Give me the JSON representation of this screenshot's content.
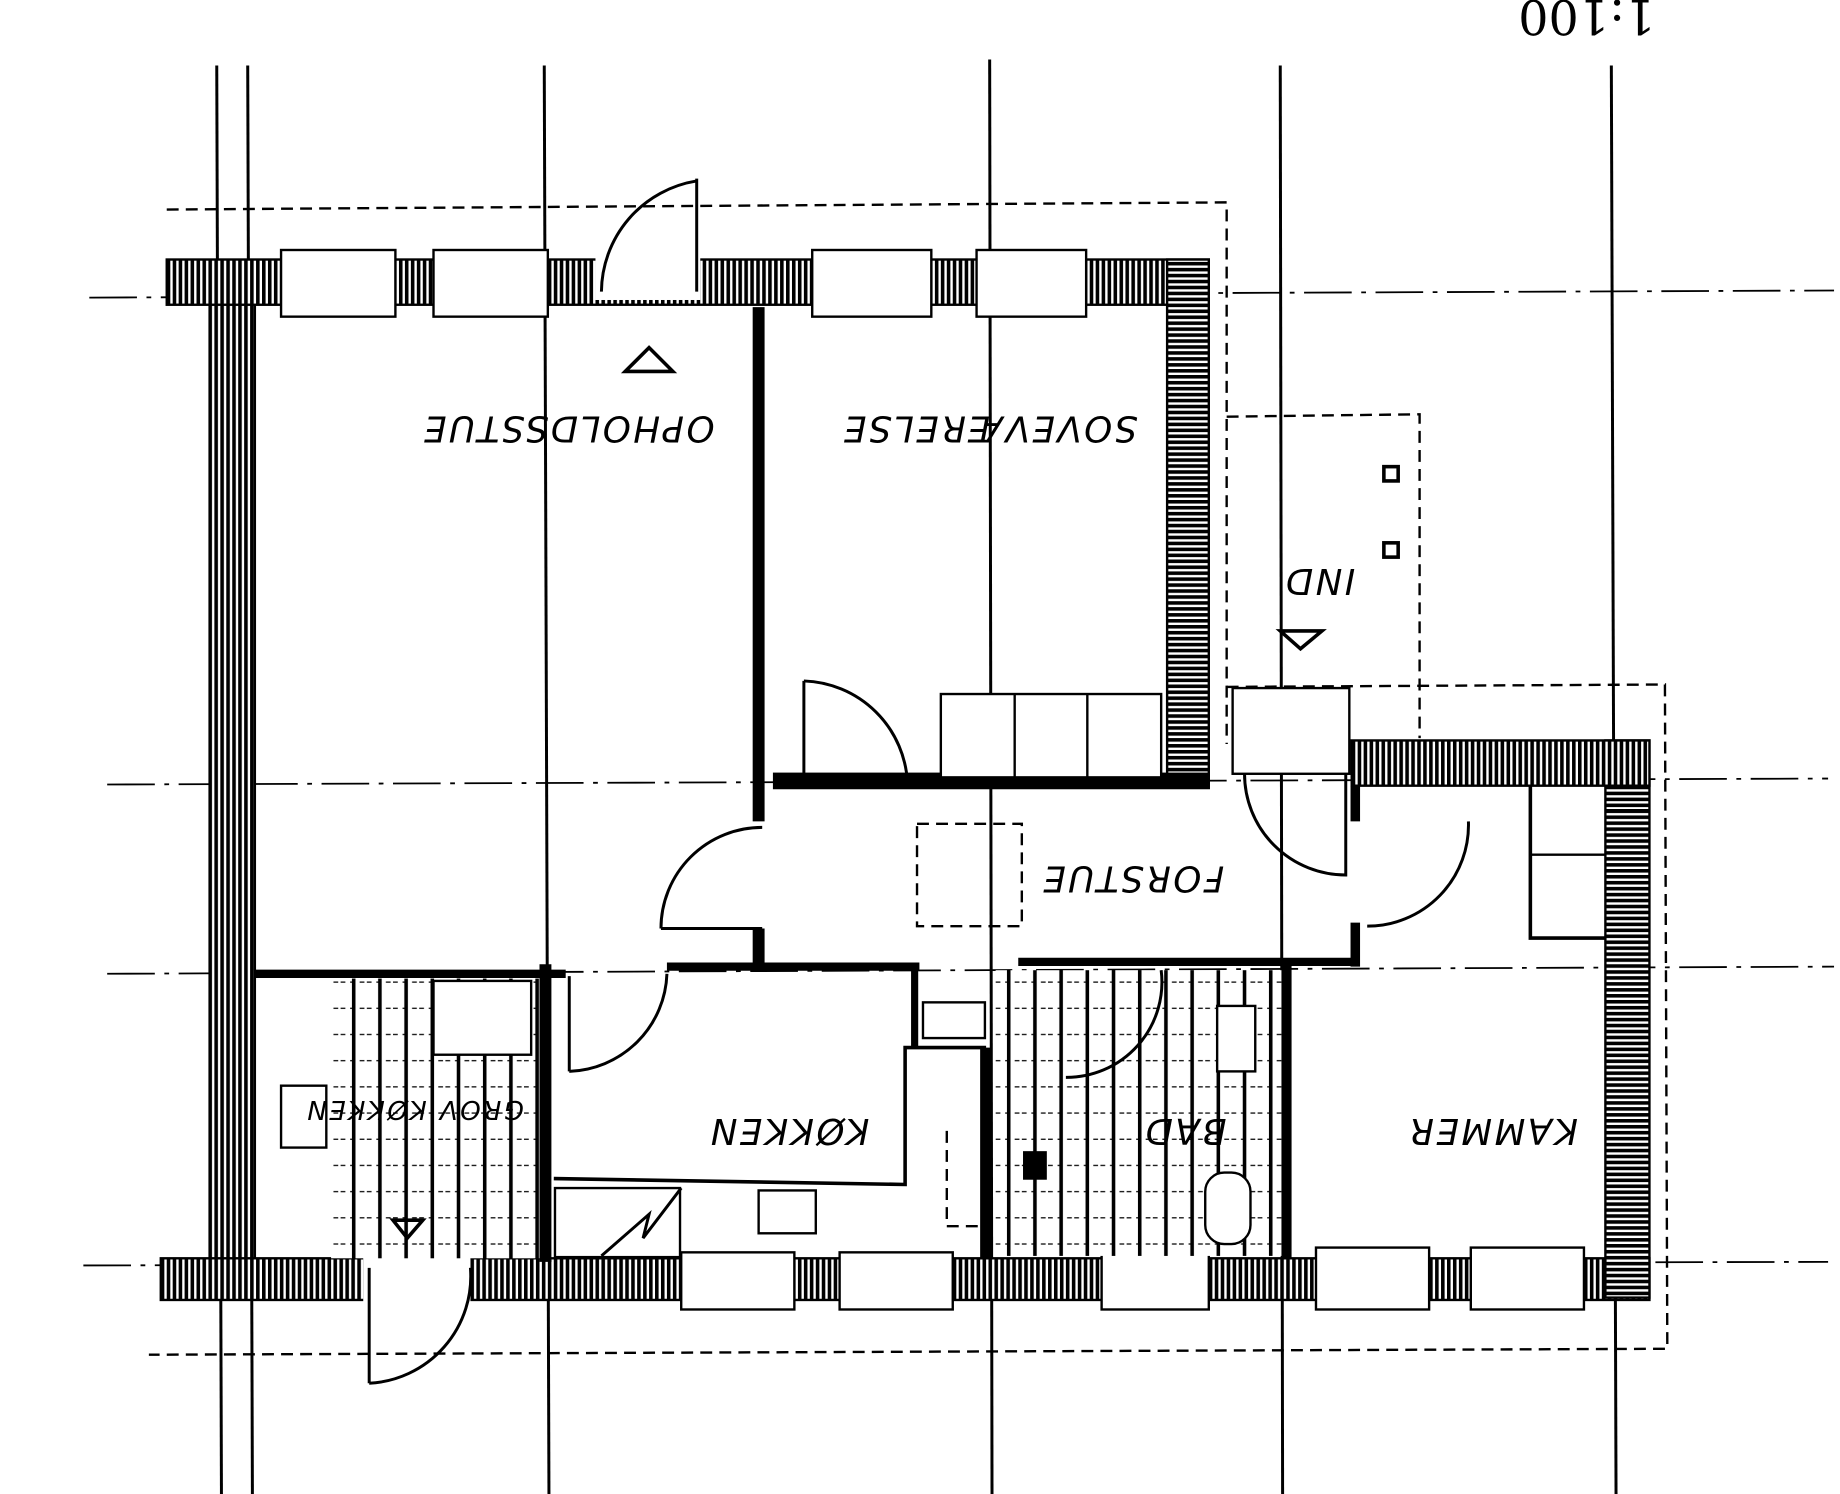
{
  "scale": "1:100",
  "rooms": {
    "living": "OPHOLDSSTUE",
    "bedroom": "SOVEVÆRELSE",
    "entrance": "IND",
    "hall": "FORSTUE",
    "kitchen": "KØKKEN",
    "utility": "GROV KØKKEN",
    "bath": "BAD",
    "chamber": "KAMMER"
  },
  "colors": {
    "ink": "#000000",
    "paper": "#ffffff"
  }
}
